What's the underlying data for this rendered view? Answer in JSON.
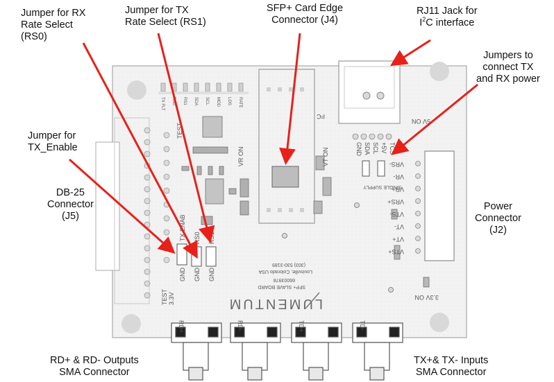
{
  "callouts": {
    "rx_rate_select": [
      "Jumper for RX",
      "Rate Select",
      "(RS0)"
    ],
    "tx_rate_select": [
      "Jumper for TX",
      "Rate Select (RS1)"
    ],
    "sfp_edge": [
      "SFP+ Card Edge",
      "Connector (J4)"
    ],
    "rj11_line1": "RJ11 Jack for",
    "rj11_i": "I",
    "rj11_sup": "2",
    "rj11_rest": "C interface",
    "power_jumpers": [
      "Jumpers to",
      "connect TX",
      "and RX power"
    ],
    "tx_enable": [
      "Jumper for",
      "TX_Enable"
    ],
    "db25": [
      "DB-25",
      "Connector",
      "(J5)"
    ],
    "power_conn": [
      "Power",
      "Connector",
      "(J2)"
    ],
    "rd_sma": [
      "RD+ & RD- Outputs",
      "SMA Connector"
    ],
    "td_sma": [
      "TX+& TX- Inputs",
      "SMA Connector"
    ]
  },
  "board": {
    "brand": "LUMENTUM",
    "board_name": "SFP+ SLAVE BOARD",
    "part_number": "66003978",
    "address": "Louisville, Colorado USA",
    "phone": "(303) 530-3189",
    "silk": {
      "tx_enable": "TX ENAB",
      "rs0": "RS0",
      "rs1": "RS1",
      "gnd": "GND",
      "test": "TEST",
      "test_33v": "3.3V",
      "vr_on": "VR ON",
      "vt_on": "VT ON",
      "i2c": "I²C",
      "j4_pins": [
        "GND",
        "SDA",
        "SCL",
        "+5V",
        "TCS"
      ],
      "single_supply": "SINGLE SUPPLY",
      "j2_pins": [
        "VRS-",
        "VR-",
        "VR+",
        "VRS+",
        "VTS-",
        "VT-",
        "VT+",
        "VTS+"
      ],
      "on_5v": "5V ON",
      "on_33v": "3.3V ON",
      "sma": [
        "RD+",
        "RD-",
        "TD+",
        "TD-"
      ],
      "top_pins": [
        "TX FLT",
        "RS0",
        "RS1",
        "SDA",
        "SCL",
        "MOD",
        "LOS",
        "RATE"
      ]
    }
  }
}
